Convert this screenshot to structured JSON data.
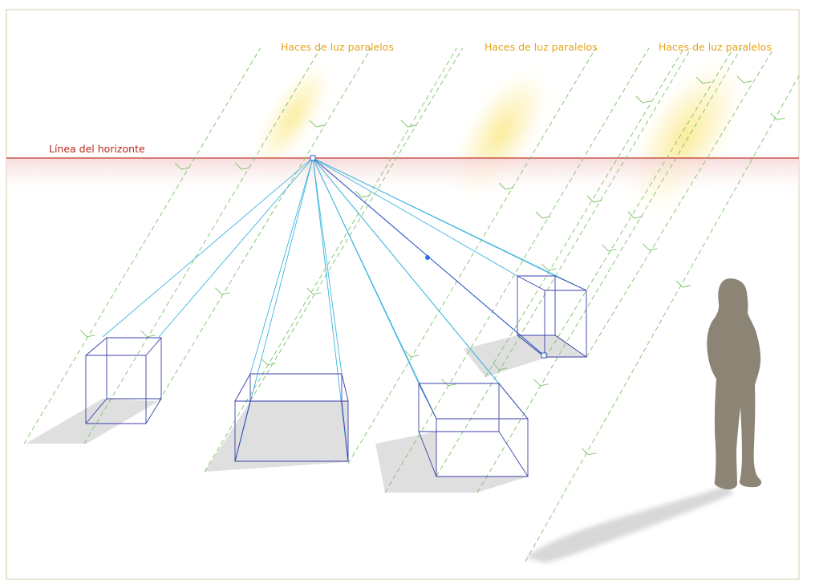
{
  "labels": {
    "horizon": "Línea del horizonte",
    "beams": [
      "Haces de luz paralelos",
      "Haces de luz paralelos",
      "Haces de luz paralelos"
    ]
  },
  "colors": {
    "frame": "#d4c9a8",
    "horizon": "#c0392b",
    "perspective_lines": "#3fb6e0",
    "box_edges": "#3b3fa8",
    "light_rays": "#7cc26a",
    "shadow": "#dadada",
    "silhouette": "#8c8576",
    "beam_glow": "#fbe98a",
    "beam_label": "#e8a317"
  },
  "icons": [
    "vanishing-point-handle",
    "guide-midpoint-handle",
    "box-corner-handle",
    "person-silhouette",
    "ray-arrow-icon"
  ]
}
